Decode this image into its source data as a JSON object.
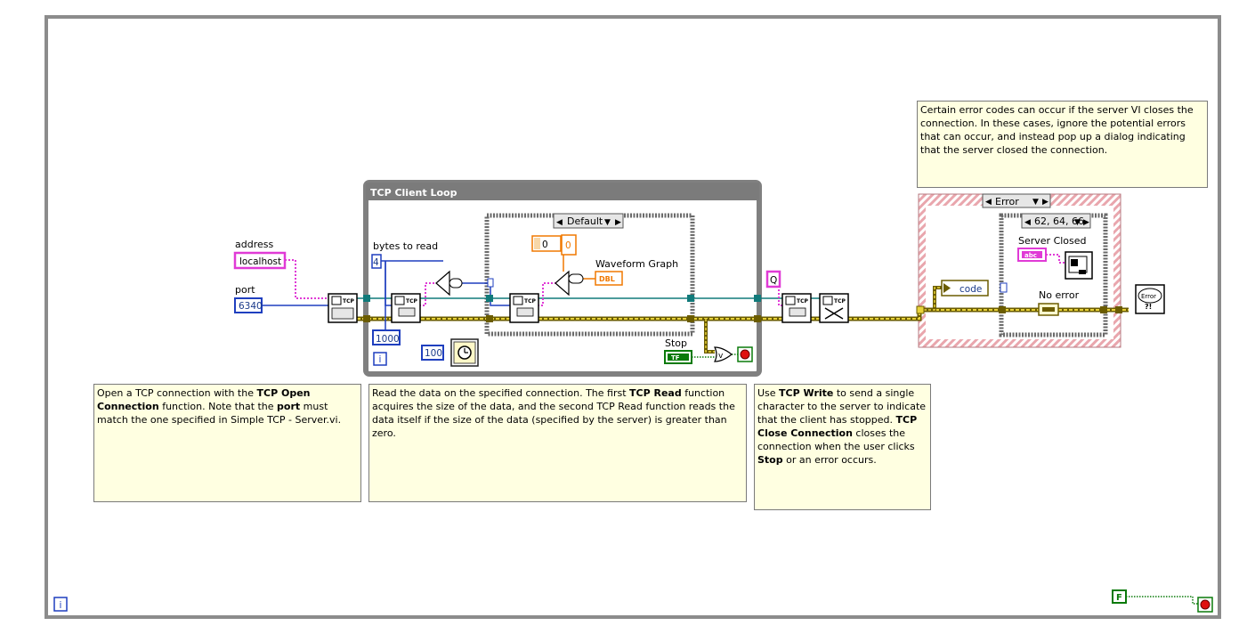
{
  "labels": {
    "address": "address",
    "port": "port",
    "bytes_to_read": "bytes to read",
    "waveform_graph": "Waveform Graph",
    "stop": "Stop",
    "server_closed": "Server Closed",
    "no_error": "No error"
  },
  "constants": {
    "address": "localhost",
    "port": "6340",
    "bytes": "4",
    "timeout": "1000",
    "wait_ms": "100",
    "zero": "0",
    "index_zero": "0",
    "q_char": "Q",
    "f_const": "F",
    "code": "code",
    "abc": "abc",
    "dbl": "DBL",
    "tf": "TF"
  },
  "loop": {
    "title": "TCP Client Loop",
    "iteration": "i"
  },
  "inner_case": {
    "selector": "Default"
  },
  "error_case": {
    "selector": "Error"
  },
  "code_case": {
    "selector": "62, 64, 66"
  },
  "outer_iteration": "i",
  "tcp_icon_text": "TCP",
  "error_icon_text": "Error ?!",
  "comments": {
    "open": {
      "p1": "Open a TCP connection with the ",
      "b1": "TCP Open Connection",
      "p2": " function. Note that the ",
      "b2": "port",
      "p3": " must match the one specified in Simple TCP - Server.vi."
    },
    "read": {
      "p1": "Read the data on the specified connection. The first ",
      "b1": "TCP Read",
      "p2": " function acquires the size of the data, and the second TCP Read function reads the data itself if the size of the data (specified by the server) is greater than zero."
    },
    "write": {
      "p1": "Use ",
      "b1": "TCP Write",
      "p2": " to send a single character to the server to indicate that the client has stopped. ",
      "b2": "TCP Close Connection",
      "p3": " closes the connection when the user clicks ",
      "b3": "Stop",
      "p4": " or an error occurs."
    },
    "errors": {
      "p1": "Certain error codes can occur if the server VI closes the connection. In these cases, ignore the potential errors that can occur, and instead pop up a dialog indicating that the server closed the connection."
    }
  },
  "colors": {
    "frame": "#8c8c8c",
    "comment_bg": "#ffffe1",
    "error_wire": "#c8b400",
    "refnum_wire": "#117a7a",
    "int_wire": "#1f3fbf",
    "string_wire": "#e03ad6",
    "boolean_wire": "#0a7a0a",
    "dbl_wire": "#f07800",
    "error_case_border": "#e8a0a8"
  }
}
